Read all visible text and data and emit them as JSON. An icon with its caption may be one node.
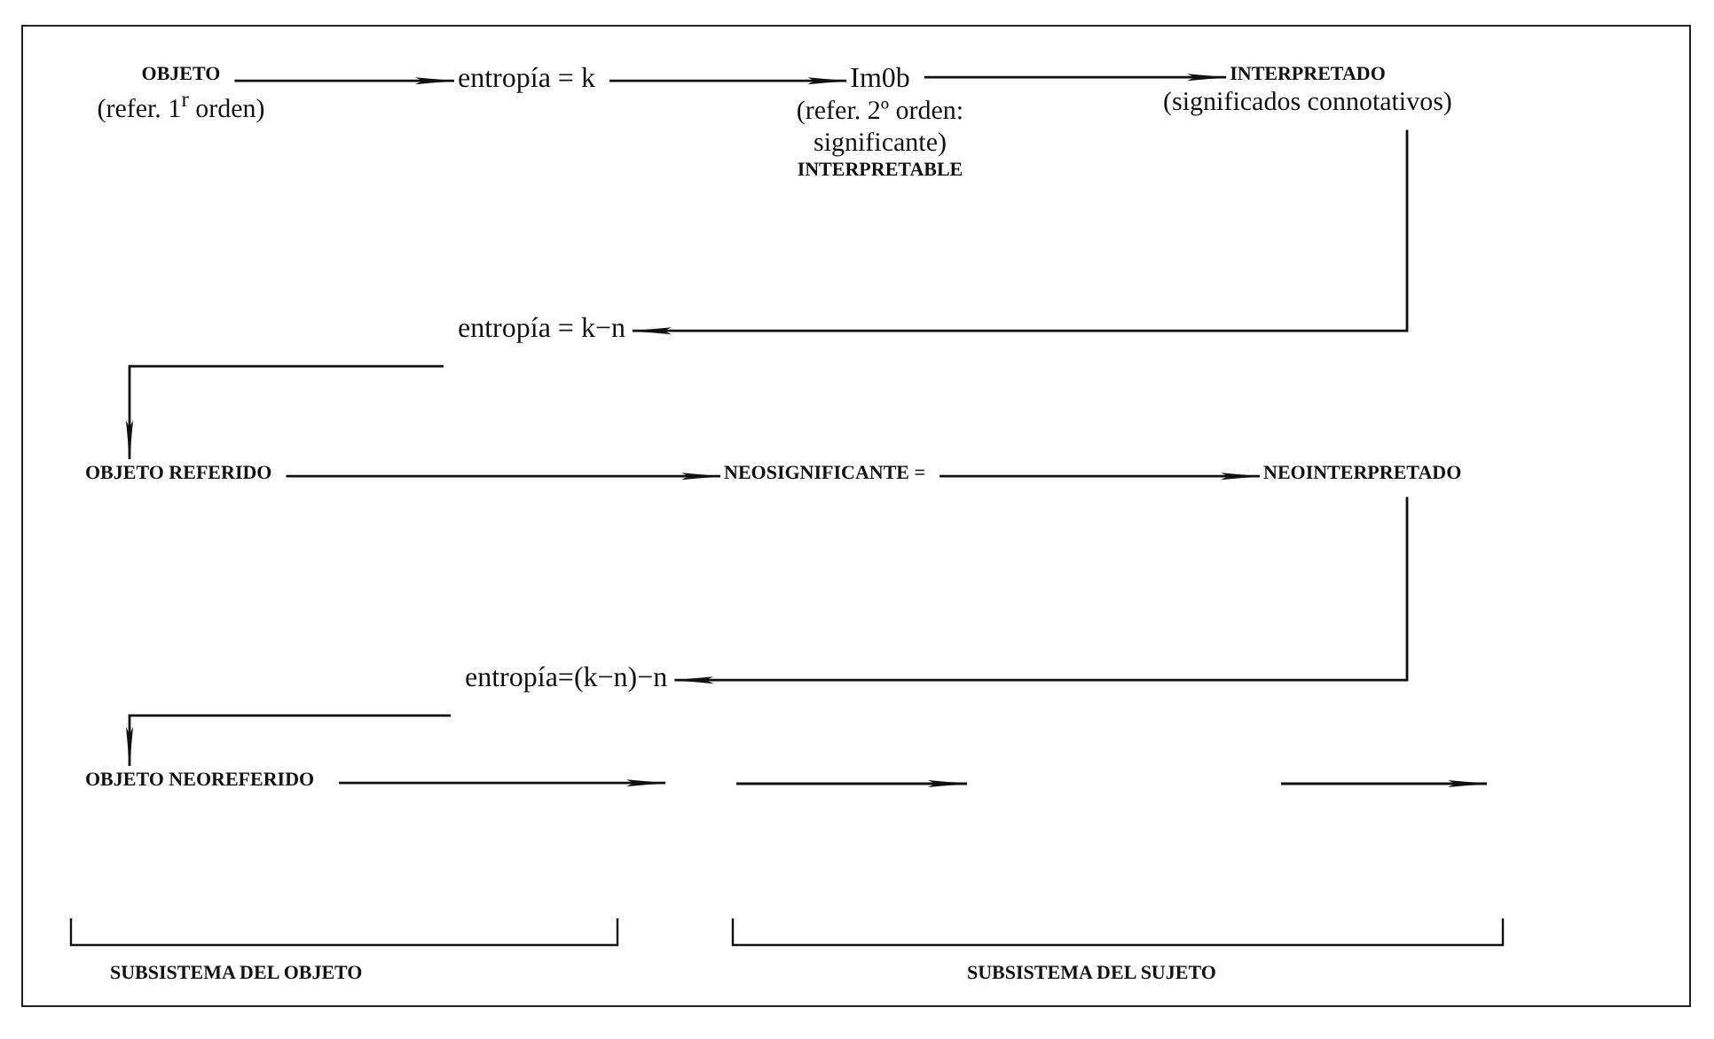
{
  "diagram": {
    "nodes": [
      {
        "text": [
          "OBJETO",
          "(refer. 1$^{r}$ orden)"
        ]
      },
      {
        "text": [
          "entropía = k"
        ]
      },
      {
        "text": [
          "Im0b",
          "(refer. 2º orden: significante)",
          "INTERPRETABLE"
        ]
      },
      {
        "text": [
          "INTERPRETADO",
          "(significados connotativos)"
        ]
      },
      {
        "text": [
          "entropía = k−n"
        ]
      },
      {
        "text": [
          "OBJETO REFERIDO"
        ]
      },
      {
        "text": [
          "NEOSIGNIFICANTE ="
        ]
      },
      {
        "text": [
          "NEOINTERPRETADO"
        ]
      },
      {
        "text": [
          "entropía=(k−n)−n"
        ]
      },
      {
        "text": [
          "OBJETO NEOREFERIDO"
        ]
      }
    ],
    "edges": [
      {
        "from": 0,
        "to": 1,
        "arrow": "to"
      },
      {
        "from": 1,
        "to": 2,
        "arrow": "to"
      },
      {
        "from": 2,
        "to": 3,
        "arrow": "to"
      },
      {
        "from": 3,
        "to": 4,
        "arrow": "to"
      },
      {
        "from": 4,
        "to": 5,
        "arrow": "to"
      },
      {
        "from": 5,
        "to": 6,
        "arrow": "to"
      },
      {
        "from": 6,
        "to": 7,
        "arrow": "to"
      },
      {
        "from": 7,
        "to": 8,
        "arrow": "to"
      },
      {
        "from": 8,
        "to": 9,
        "arrow": "to"
      },
      {
        "from": 9,
        "to": null,
        "arrow": "to"
      }
    ],
    "labels": [
      "SUBSISTEMA DEL OBJETO",
      "SUBSISTEMA DEL SUJETO"
    ]
  }
}
